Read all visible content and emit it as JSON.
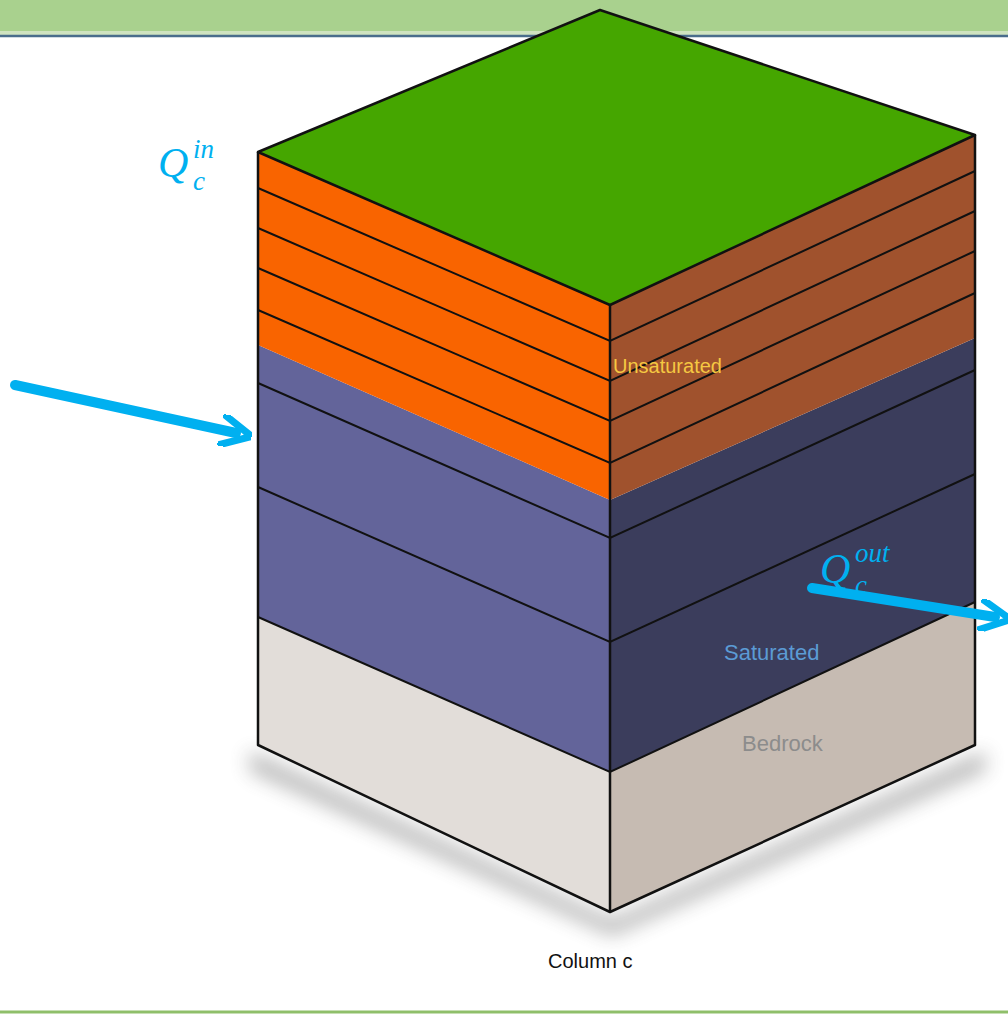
{
  "diagram": {
    "labels": [
      "Q",
      "in",
      "c",
      "Unsaturated",
      "Q",
      "out",
      "c",
      "Saturated",
      "Bedrock",
      "Column c"
    ]
  }
}
